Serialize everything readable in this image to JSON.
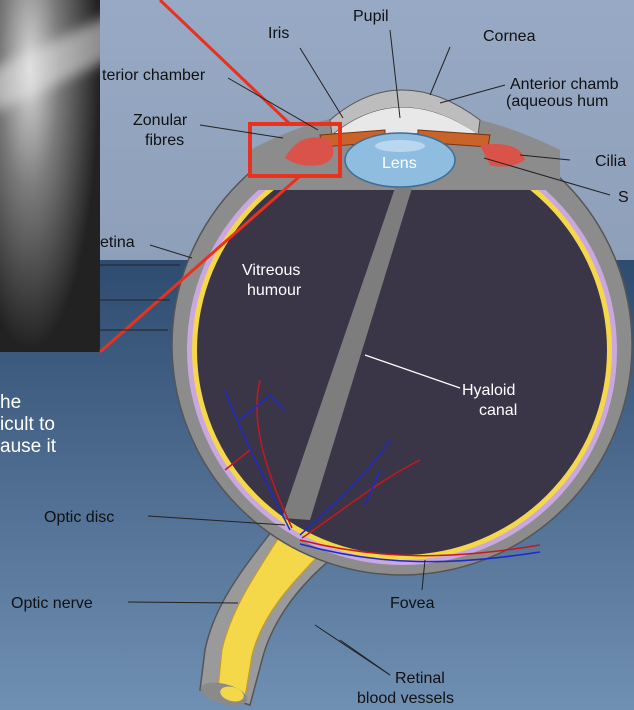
{
  "labels": {
    "pupil": "Pupil",
    "iris": "Iris",
    "cornea": "Cornea",
    "anterior_chamber_left": "terior chamber",
    "anterior_chamber_right_1": "Anterior chamb",
    "anterior_chamber_right_2": "(aqueous hum",
    "zonular_1": "Zonular",
    "zonular_2": "fibres",
    "lens": "Lens",
    "ciliary": "Cilia",
    "s_label": "S",
    "retina": "etina",
    "vitreous_1": "Vitreous",
    "vitreous_2": "humour",
    "hyaloid_1": "Hyaloid",
    "hyaloid_2": "canal",
    "optic_disc": "Optic disc",
    "optic_nerve": "Optic nerve",
    "fovea": "Fovea",
    "retinal_1": "Retinal",
    "retinal_2": "blood vessels"
  },
  "side_text": {
    "line1": "he",
    "line2": "icult to",
    "line3": "ause it"
  },
  "colors": {
    "sclera": "#8c8c8c",
    "vitreous": "#3b3548",
    "retina_yellow": "#f5d74a",
    "choroid_purple": "#c9a8e0",
    "iris_orange": "#c8642a",
    "lens_blue": "#8fbde0",
    "ciliary_red": "#d9534a",
    "highlight_red": "#e8321e"
  }
}
